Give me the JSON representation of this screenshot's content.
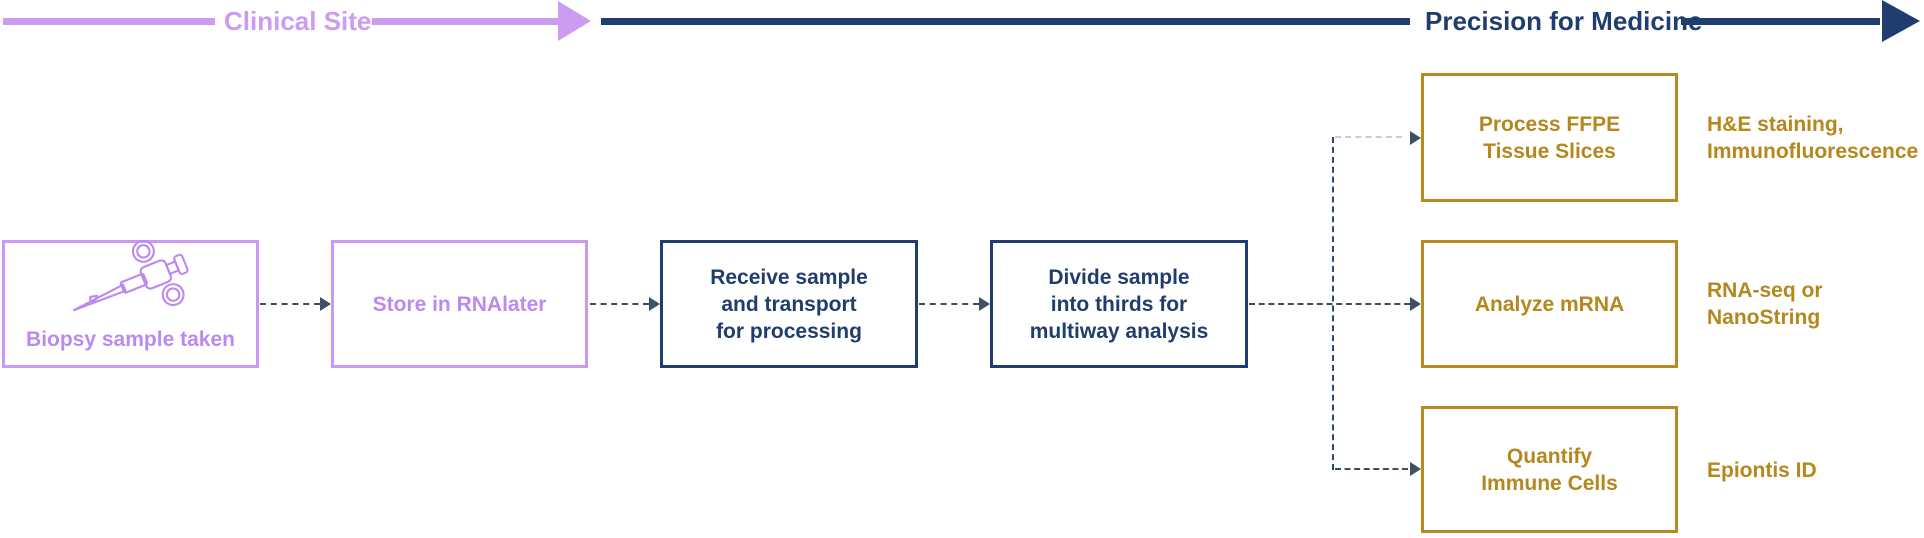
{
  "phases": {
    "clinical_site": {
      "label": "Clinical Site",
      "color": "#cb9cf2"
    },
    "precision": {
      "label": "Precision for Medicine",
      "color": "#203d6f"
    }
  },
  "steps": [
    {
      "id": "biopsy",
      "theme": "purple",
      "icon": "biopsy-device-icon",
      "lines": [
        "Biopsy sample taken"
      ]
    },
    {
      "id": "store",
      "theme": "purple",
      "lines": [
        "Store in RNAlater"
      ]
    },
    {
      "id": "receive",
      "theme": "navy",
      "lines": [
        "Receive sample",
        "and transport",
        "for processing"
      ]
    },
    {
      "id": "divide",
      "theme": "navy",
      "lines": [
        "Divide sample",
        "into thirds for",
        "multiway analysis"
      ]
    }
  ],
  "branches": [
    {
      "id": "ffpe",
      "box_lines": [
        "Process FFPE",
        "Tissue Slices"
      ],
      "caption_lines": [
        "H&E staining,",
        "Immunofluorescence"
      ]
    },
    {
      "id": "mrna",
      "box_lines": [
        "Analyze mRNA"
      ],
      "caption_lines": [
        "RNA-seq or",
        "NanoString"
      ]
    },
    {
      "id": "immune",
      "box_lines": [
        "Quantify",
        "Immune Cells"
      ],
      "caption_lines": [
        "Epiontis ID"
      ]
    }
  ],
  "colors": {
    "purple_arrow": "#cb9cf2",
    "purple_border": "#cb99f3",
    "purple_text": "#bb8af0",
    "navy": "#203d6f",
    "gold_border": "#b7891f",
    "gold_text": "#b5871d",
    "connector_dark": "#3a4d63",
    "connector_light": "#c7cbd3",
    "connector_vertical": "#2d4a72",
    "arrowhead_slate": "#3d5064"
  }
}
